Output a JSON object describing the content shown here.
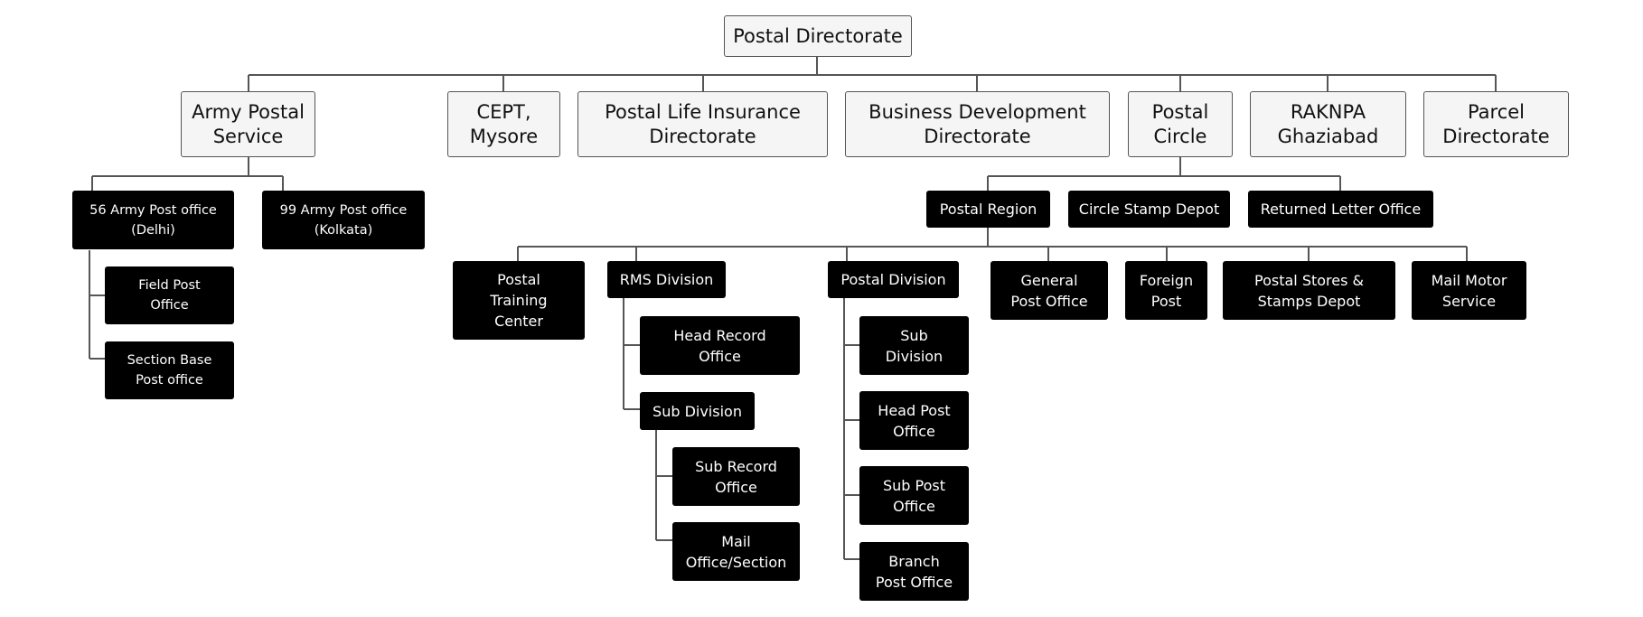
{
  "org_chart": {
    "root": {
      "label": "Postal Directorate"
    },
    "top_units": {
      "army_postal_service": {
        "label": "Army Postal\nService"
      },
      "cept_mysore": {
        "label": "CEPT,\nMysore"
      },
      "postal_life_insurance": {
        "label": "Postal Life Insurance\nDirectorate"
      },
      "business_development": {
        "label": "Business Development\nDirectorate"
      },
      "postal_circle": {
        "label": "Postal\nCircle"
      },
      "raknpa": {
        "label": "RAKNPA\nGhaziabad"
      },
      "parcel_directorate": {
        "label": "Parcel\nDirectorate"
      }
    },
    "army": {
      "apo_56": {
        "label": "56 Army Post office\n(Delhi)"
      },
      "apo_99": {
        "label": "99 Army Post office\n(Kolkata)"
      },
      "field_post_office": {
        "label": "Field Post\nOffice"
      },
      "section_base_post_office": {
        "label": "Section Base\nPost office"
      }
    },
    "circle": {
      "postal_region": {
        "label": "Postal Region"
      },
      "circle_stamp_depot": {
        "label": "Circle Stamp Depot"
      },
      "returned_letter_office": {
        "label": "Returned Letter Office"
      }
    },
    "region": {
      "postal_training_center": {
        "label": "Postal\nTraining\nCenter"
      },
      "rms_division": {
        "label": "RMS Division"
      },
      "postal_division": {
        "label": "Postal Division"
      },
      "general_post_office": {
        "label": "General\nPost Office"
      },
      "foreign_post": {
        "label": "Foreign\nPost"
      },
      "postal_stores": {
        "label": "Postal Stores &\nStamps Depot"
      },
      "mail_motor_service": {
        "label": "Mail Motor\nService"
      }
    },
    "rms": {
      "head_record_office": {
        "label": "Head Record\nOffice"
      },
      "sub_division": {
        "label": "Sub Division"
      },
      "sub_record_office": {
        "label": "Sub Record\nOffice"
      },
      "mail_office_section": {
        "label": "Mail\nOffice/Section"
      }
    },
    "postal_div": {
      "sub_division": {
        "label": "Sub\nDivision"
      },
      "head_post_office": {
        "label": "Head Post\nOffice"
      },
      "sub_post_office": {
        "label": "Sub Post\nOffice"
      },
      "branch_post_office": {
        "label": "Branch\nPost Office"
      }
    }
  },
  "colors": {
    "connector": "#555555",
    "light_fill": "#f5f5f5",
    "dark_fill": "#000000"
  }
}
